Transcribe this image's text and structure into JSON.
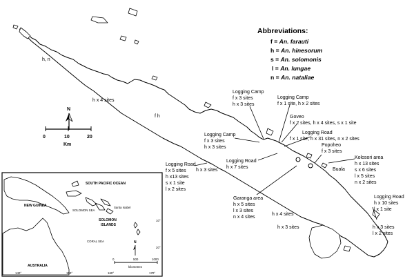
{
  "legend": {
    "title": "Abbreviations:",
    "items": [
      {
        "code": "f",
        "eq": " = ",
        "species": "An. farauti"
      },
      {
        "code": "h",
        "eq": " = ",
        "species": "An. hinesorum"
      },
      {
        "code": "s",
        "eq": " = ",
        "species": "An. solomonis"
      },
      {
        "code": "l",
        "eq": " = ",
        "species": "An. lungae"
      },
      {
        "code": "n",
        "eq": " = ",
        "species": "An. nataliae"
      }
    ]
  },
  "north_arrow": {
    "label": "N"
  },
  "scale_bar": {
    "ticks": [
      "0",
      "10",
      "20"
    ],
    "unit": "Km"
  },
  "site_labels": [
    {
      "heading": "Logging Camp",
      "lines": [
        "f x 3 sites",
        "h x 3 sites"
      ]
    },
    {
      "heading": "Logging Camp",
      "lines": [
        "f x 1 site, h x 2 sites"
      ]
    },
    {
      "heading": "Goveo",
      "lines": [
        "f x 2 sites, h x 4 sites, s x 1 site"
      ]
    },
    {
      "heading": "Logging Road",
      "lines": [
        "f x 1 site, h x 31 sites, n x 2 sites"
      ]
    },
    {
      "heading": "Popoheo",
      "lines": [
        "f x 3 sites"
      ]
    },
    {
      "heading": "Logging Camp",
      "lines": [
        "f x 3 sites",
        "h x 3 sites"
      ]
    },
    {
      "heading": "Logging Road",
      "lines": [
        "h x 7 sites"
      ]
    },
    {
      "heading": "Logging Road",
      "lines": [
        "f x 5 sites",
        "h x13 sites",
        "s x 1 site",
        "l x 2 sites"
      ]
    },
    {
      "heading": "Kolosori area",
      "lines": [
        "h x 13 sites",
        "s x 6 sites",
        "l x 5 sites",
        "n x 2 sites"
      ]
    },
    {
      "heading": "Garanga area",
      "lines": [
        "h x 5 sites",
        "l x 3 sites",
        "n x 4 sites"
      ]
    },
    {
      "heading": "Logging Road",
      "lines": [
        "h x 10 sites",
        "l x 1 site"
      ]
    }
  ],
  "plain_labels": [
    "h, n",
    "h x 4 sites",
    "f h",
    "h x 3 sites",
    "Buala",
    "h x 4 sites",
    "h x 3 sites",
    "h x 3 sites",
    "l x 2 sites"
  ],
  "inset": {
    "labels": {
      "south_pacific_ocean": "SOUTH PACIFIC OCEAN",
      "new_guinea": "NEW GUINEA",
      "solomon_sea": "SOLOMON SEA",
      "santa_isabel": "Santa Isabel",
      "solomon_islands_1": "SOLOMON",
      "solomon_islands_2": "ISLANDS",
      "coral_sea": "CORAL SEA",
      "australia": "AUSTRALIA",
      "north": "N",
      "scale_ticks": [
        "0",
        "500",
        "1000"
      ],
      "scale_unit": "kilometres"
    },
    "lon_ticks": [
      "140°",
      "150°",
      "160°",
      "170°"
    ],
    "lat_ticks": [
      "10°",
      "20°"
    ]
  },
  "colors": {
    "ink": "#000000",
    "background": "#ffffff"
  }
}
